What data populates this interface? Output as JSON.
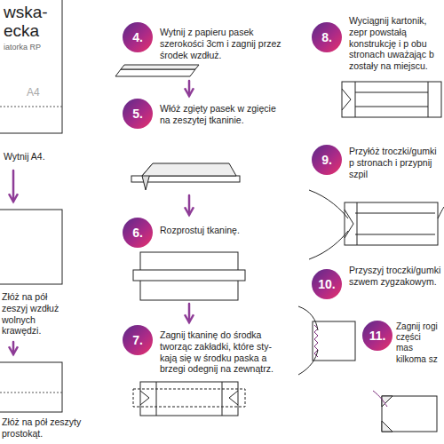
{
  "diagram": {
    "title": "wska- ecka",
    "nodes": [
      {
        "text": [
          "A4",
          "Wytnij A4."
        ]
      },
      {
        "text": [
          "Złóż na pół zeszyj wzdłuż wolnych krawędzi."
        ]
      },
      {
        "text": [
          "Złóż na pół zeszyty prostokąt."
        ]
      },
      {
        "text": [
          "4.",
          "Wytnij z papieru pasek szerokości 3cm i zagnij przez środek wzdłuż."
        ]
      },
      {
        "text": [
          "5.",
          "Włóż zgięty pasek w zgięcie na zeszytej tkaninie."
        ]
      },
      {
        "text": [
          "6.",
          "Rozprostuj tkaninę."
        ]
      },
      {
        "text": [
          "7.",
          "Zagnij tkaninę do środka tworząc zakładki, które sty- kają się w środku paska a brzegi odegnij na zewnątrz."
        ]
      },
      {
        "text": [
          "8.",
          "Wyciągnij kartonik, zepr powstałą konstrukcję i p obu stronach uważając b zostały na miejscu."
        ]
      },
      {
        "text": [
          "9.",
          "Przyłóż troczki/gumki p stronach i przypnij szpil"
        ]
      },
      {
        "text": [
          "10.",
          "Przyszyj troczki/gumki szwem zygzakowym."
        ]
      },
      {
        "text": [
          "11.",
          "Zagnij rogi części mas kilkoma sz"
        ]
      }
    ],
    "edges": [
      {
        "from": 0,
        "to": 1,
        "arrow": "to"
      },
      {
        "from": 1,
        "to": 2,
        "arrow": "to"
      },
      {
        "from": 3,
        "to": 4,
        "arrow": "to"
      },
      {
        "from": 4,
        "to": 5,
        "arrow": "to"
      },
      {
        "from": 5,
        "to": 6,
        "arrow": "to"
      }
    ],
    "labels": [
      "iatorka RP"
    ]
  }
}
